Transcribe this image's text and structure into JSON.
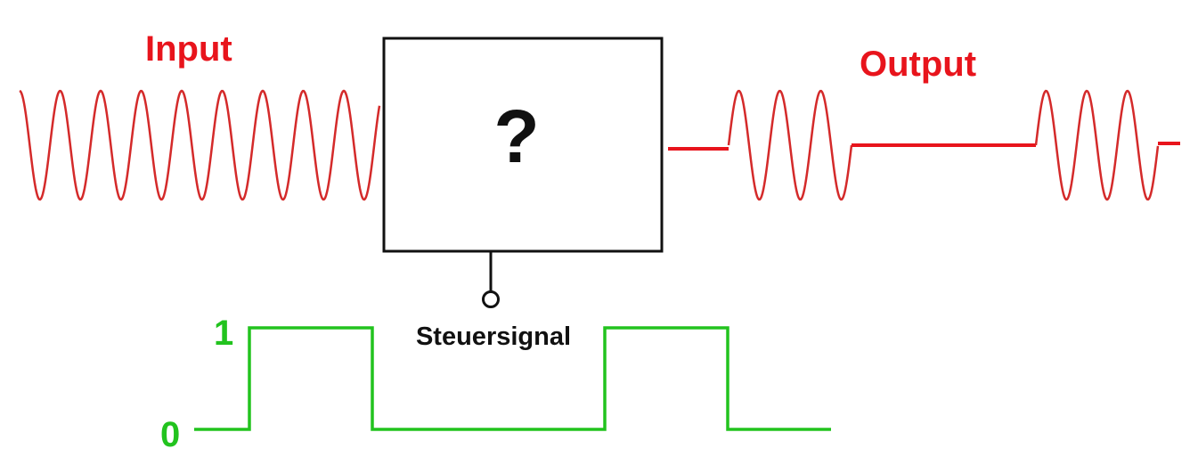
{
  "labels": {
    "input": "Input",
    "output": "Output",
    "block": "?",
    "control": "Steuersignal",
    "level_high": "1",
    "level_low": "0"
  },
  "colors": {
    "signal": "#d42a2a",
    "output_line": "#e8141c",
    "control": "#22c31e",
    "stroke": "#111111"
  },
  "control_signal": {
    "levels": [
      0,
      1,
      0,
      1,
      0
    ]
  }
}
